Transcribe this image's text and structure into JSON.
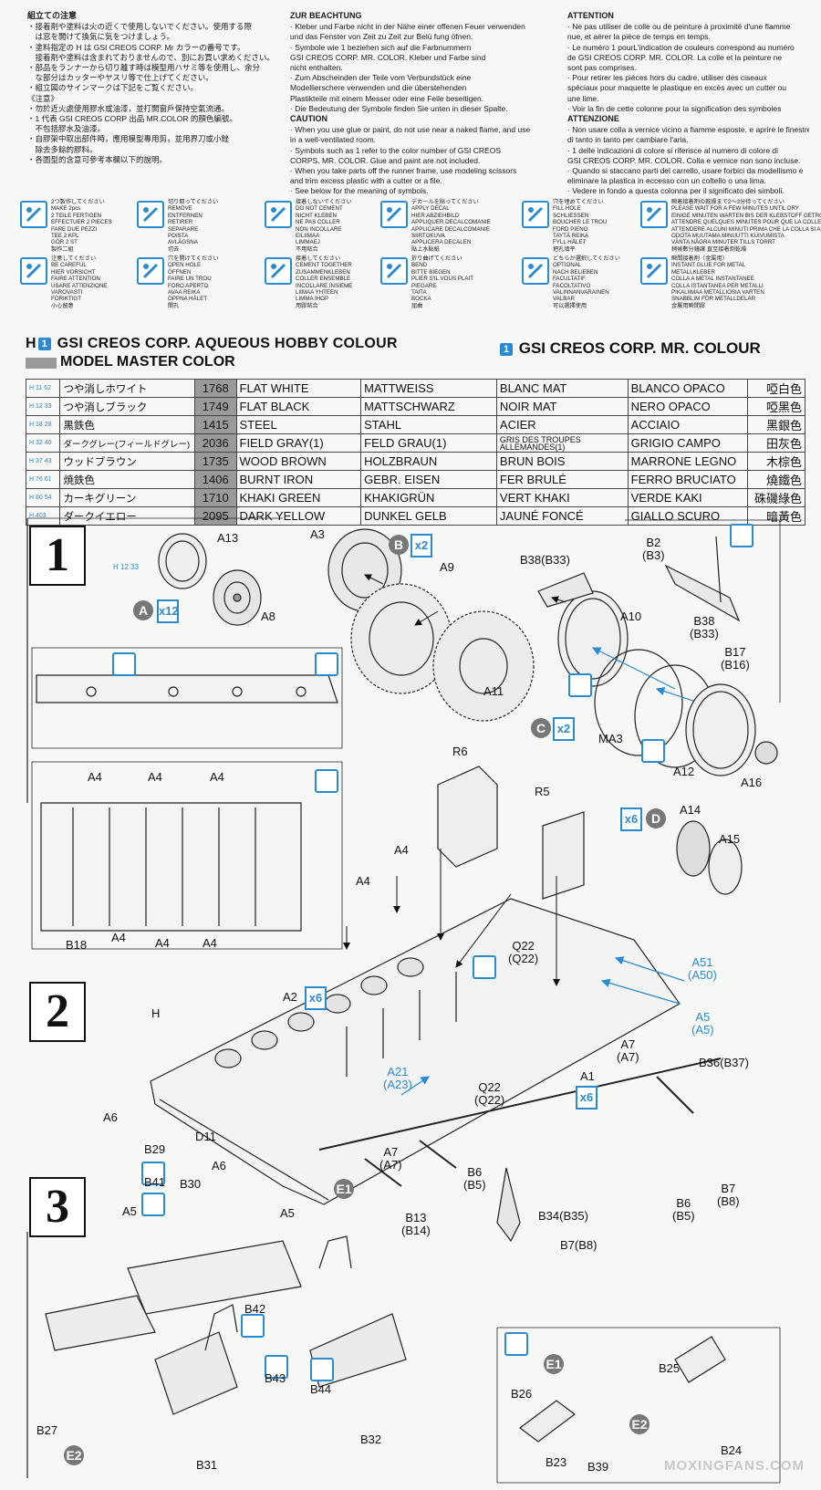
{
  "notes_ja": {
    "heading": "組立ての注意",
    "lines": [
      "・接着剤や塗料は火の近くで使用しないでください。使用する際",
      "　は窓を開けて換気に気をつけましょう。",
      "・塗料指定の H は GSI CREOS CORP. Mr カラーの番号です。",
      "　接着剤や塗料は含まれておりませんので、別にお買い求めください。",
      "・部品をランナーから切り離す時は模型用ハサミ等を使用し、余分",
      "　な部分はカッターやヤスリ等で仕上げてください。",
      "・組立図のサインマークは下記をご覧ください。",
      "《注意》",
      "・勿於近火處使用膠水或油漆，並打開窗戶保持空氣流通。",
      "・1 代表 GSI CREOS CORP 出品 MR.COLOR 的顏色編號。",
      "　不包括膠水及油漆。",
      "・自膠架中取出部件時，應用模型專用剪，並用界刀或小銼",
      "　除去多餘的膠料。",
      "・各圖型的含意可參考本欄以下的說明。"
    ]
  },
  "notes_de": {
    "heading": "ZUR BEACHTUNG",
    "lines": [
      "· Kleber und Farbe nicht in der Nähe einer offenen Feuer verwenden",
      "  und das Fenster von Zeit zu Zeit zur Belü fung öfnen.",
      "· Symbole wie 1 beziehen sich auf die Farbnummern",
      "  GSI CREOS CORP. MR. COLOR. Kleber und Farbe sind",
      "  nicht enthalten.",
      "· Zum Abscheinden der Teile vom Verbundstück eine",
      "  Modellierschere verwenden und die überstehenden",
      "  Plastikteile mit einem Messer oder eine Feile beseitigen.",
      "· Die Bedeutung der Symbole finden Sie unten in dieser Spalte."
    ],
    "heading2": "CAUTION",
    "lines2": [
      "· When you use glue or paint, do not use near a naked flame, and use",
      "  in a well-ventilated room.",
      "· Symbols such as 1 refer to the color number of GSI CREOS",
      "  CORPS. MR. COLOR. Glue and paint are not included.",
      "· When you take parts off the runner frame, use modeling scissors",
      "  and trim excess plastic with a cutter or a file.",
      "· See below for the meaning of symbols."
    ]
  },
  "notes_fr": {
    "heading": "ATTENTION",
    "lines": [
      "· Ne pas utiliser de colle ou de peinture à proximité d'une flamme",
      "  nue, et aérer la pièce de temps en temps.",
      "· Le numéro 1 pourL'indication de couleurs correspond au numéro",
      "  de GSI CREOS CORP. MR. COLOR. La colle et la peinture ne",
      "  sont pas comprises.",
      "· Pour retirer les pièces hors du cadre, utiliser des ciseaux",
      "  spéciaux pour maquette le plastique en excès avec un cutter ou",
      "  une lime.",
      "· Voir la fin de cette colonne pour la signification des symboles"
    ],
    "heading2": "ATTENZIONE",
    "lines2": [
      "· Non usare colla a vernice vicino a fiamme esposte. e aprire le finestre",
      "  di tanto in tanto per cambiare l'aria.",
      "· 1 delle indicazioni di colore si riferisce al numero di colore di",
      "  GSI CREOS CORP. MR. COLOR. Colla e vernice non sono incluse.",
      "· Quando si staccano parti del carrello, usare forbici da modellismo e",
      "  eliminare la plastica in eccesso con un coltello o una lima.",
      "· Vedere in fondo a questa colonna per il significato dei simboli."
    ]
  },
  "symbols": [
    {
      "icon": "make-2-icon",
      "text": "2つ製作してください\nMAKE 2pcs\n2 TEILE FERTIGEN\nEFFECTUER 2 PIECES\nFARE DUE PEZZI\nTEE 2 KPL\nGÖR 2 ST\n製作二組"
    },
    {
      "icon": "cut-off-icon",
      "text": "切り取ってください\nREMOVE\nENTFERNEN\nRETIRER\nSEPARARE\nPOISTA\nAVLÄGSNA\n切去"
    },
    {
      "icon": "do-not-cement-icon",
      "text": "接着しないでください\nDO NOT CEMENT\nNICHT KLEBEN\nNE PAS COLLER\nNON INCOLLARE\nEILIIMAA\nLIMMAEJ\n不用粘合"
    },
    {
      "icon": "apply-decal-icon",
      "text": "デカールを貼ってください\nAPPLY DECAL\nHIER ABZIEHBILD\nAPPLIQUER DECALCOMANIE\nAPPLICARE DECALCOMANIE\nSIIRTOKUVA\nAPPLICERA DECALEN\n貼上水貼紙"
    },
    {
      "icon": "fill-hole-icon",
      "text": "穴を埋めてください\nFILL HOLE\nSCHLIESSEN\nBOUCHER LE TROU\nFORD PIENO\nTAYTÄ REIKA\nFYLL HÅLET\n把孔填平"
    },
    {
      "icon": "instant-glue-time-icon",
      "text": "瞬着接着剤の乾燥まで2〜3分待ってください\nPLEASE WAIT FOR A FEW MINUTES UNTIL DRY\nEINIGE MINUTEN WARTEN BIS DER KLEBSTOFF GETROCKNET IST\nATTENDRE QUELQUES MINUTES POUR QUE LA COLLE SECHE\nATTENDERE ALCUNI MINUTI PRIMA CHE LA COLLA SI ASCIUGHI\nODOTA MUUTAMA MINUUTTI KUIVUMISTA\nVÄNTA NÅGRA MINUTER TILLS TORRT\n稍候數分鐘讓 直至接着劑乾燥"
    },
    {
      "icon": "be-careful-icon",
      "text": "注意してください\nBE CAREFUL\nHIER VORSICHT\nFAIRE ATTENTION\nUSARE ATTENZIONE\nVAROVASTI\nFÖRIKTIGT\n小心留意"
    },
    {
      "icon": "open-hole-icon",
      "text": "穴を開けてください\nOPEN HOLE\nÖFFNEN\nFAIRE UN TROU\nFORO APERTO\nAVAA REIKA\nÖPPNA HÅLET\n開孔"
    },
    {
      "icon": "cement-together-icon",
      "text": "接着してください\nCEMENT TOGETHER\nZUSAMMENKLEBEN\nCOLLER ENSEMBLE\nINCOLLARE INSIEME\nLIIMAA YHTEEN\nLIMMA IHOP\n用膠粘合"
    },
    {
      "icon": "bend-icon",
      "text": "折り曲げてください\nBEND\nBITTE BIEGEN\nPLIER S'IL VOUS PLAIT\nPIEGARE\nTAITA\nBOCKA\n屈曲"
    },
    {
      "icon": "optional-icon",
      "text": "どちらか選択してください\nOPTIONAL\nNACH BELIEBEN\nFACULTATIF\nFACOLTATIVO\nVALINNANVARAINEN\nVALBAR\n可以選擇使用"
    },
    {
      "icon": "instant-glue-icon",
      "text": "瞬間接着剤（金属用）\nINSTANT GLUE FOR METAL\nMETALLKLEBER\nCOLLA A METAL INSTANTANEE\nCOLLA ISTANTANEA PER METALLI\nPIKALIIMAA METALLIOSIA VARTEN\nSNABBLIM FÖR METALLDELAR\n金屬用瞬間膠"
    }
  ],
  "title": {
    "h_label": "H",
    "num_label": "1",
    "line1": "GSI CREOS CORP. AQUEOUS HOBBY COLOUR",
    "line2": "MODEL MASTER COLOR",
    "right": "GSI CREOS CORP. MR. COLOUR"
  },
  "colors": [
    {
      "code": "H 11 62",
      "ja": "つや消しホワイト",
      "num": "1768",
      "en": "FLAT WHITE",
      "de": "MATTWEISS",
      "fr": "BLANC MAT",
      "it": "BLANCO OPACO",
      "cn": "啞白色"
    },
    {
      "code": "H 12 33",
      "ja": "つや消しブラック",
      "num": "1749",
      "en": "FLAT BLACK",
      "de": "MATTSCHWARZ",
      "fr": "NOIR MAT",
      "it": "NERO OPACO",
      "cn": "啞黑色"
    },
    {
      "code": "H 18 28",
      "ja": "黒鉄色",
      "num": "1415",
      "en": "STEEL",
      "de": "STAHL",
      "fr": "ACIER",
      "it": "ACCIAIO",
      "cn": "黑銀色"
    },
    {
      "code": "H 32 40",
      "ja": "ダークグレー(フィールドグレー)",
      "num": "2036",
      "en": "FIELD GRAY(1)",
      "de": "FELD GRAU(1)",
      "fr": "GRIS DES TROUPES ALLEMANDES(1)",
      "it": "GRIGIO CAMPO",
      "cn": "田灰色"
    },
    {
      "code": "H 37 43",
      "ja": "ウッドブラウン",
      "num": "1735",
      "en": "WOOD BROWN",
      "de": "HOLZBRAUN",
      "fr": "BRUN BOIS",
      "it": "MARRONE LEGNO",
      "cn": "木棕色"
    },
    {
      "code": "H 76 61",
      "ja": "焼鉄色",
      "num": "1406",
      "en": "BURNT IRON",
      "de": "GEBR. EISEN",
      "fr": "FER BRULÉ",
      "it": "FERRO BRUCIATO",
      "cn": "燒鐵色"
    },
    {
      "code": "H 80 54",
      "ja": "カーキグリーン",
      "num": "1710",
      "en": "KHAKI GREEN",
      "de": "KHAKIGRÜN",
      "fr": "VERT KHAKI",
      "it": "VERDE KAKI",
      "cn": "硃磯綠色"
    },
    {
      "code": "H 403",
      "ja": "ダークイエロー",
      "num": "2095",
      "en": "DARK YELLOW",
      "de": "DUNKEL GELB",
      "fr": "JAUNÉ FONCÉ",
      "it": "GIALLO SCURO",
      "cn": "暗黃色"
    }
  ],
  "steps": {
    "s1": "1",
    "s2": "2",
    "s3": "3"
  },
  "badges": {
    "A": "A",
    "B": "B",
    "C": "C",
    "D": "D",
    "E1": "E1",
    "E2": "E2",
    "x12": "x12",
    "x2": "x2",
    "x6": "x6",
    "x2b": "x2",
    "x6b": "x6",
    "x6c": "x6",
    "code_h12_33": "H 12 33"
  },
  "labels": {
    "A13": "A13",
    "A8": "A8",
    "A3": "A3",
    "A9": "A9",
    "A11": "A11",
    "B38B33": "B38(B33)",
    "B2B3": "B2\n(B3)",
    "A10": "A10",
    "B38b": "B38\n(B33)",
    "B17": "B17\n(B16)",
    "MA3": "MA3",
    "A12": "A12",
    "A16": "A16",
    "R6": "R6",
    "R5": "R5",
    "A14": "A14",
    "A15": "A15",
    "A4a": "A4",
    "A4b": "A4",
    "A4c": "A4",
    "A4d": "A4",
    "A4e": "A4",
    "A4f": "A4",
    "B18": "B18",
    "A4g": "A4",
    "A4h": "A4",
    "Q22a": "Q22\n(Q22)",
    "A51": "A51\n(A50)",
    "A5": "A5\n(A5)",
    "A7a": "A7\n(A7)",
    "H": "H",
    "A2": "A2",
    "A21": "A21\n(A23)",
    "Q22b": "Q22\n(Q22)",
    "B36": "B36(B37)",
    "A6a": "A6",
    "D11": "D11",
    "A7b": "A7\n(A7)",
    "B6a": "B6\n(B5)",
    "A1": "A1",
    "B6b": "B6\n(B5)",
    "B7a": "B7\n(B8)",
    "B29": "B29",
    "A6b": "A6",
    "B30": "B30",
    "B41": "B41",
    "A5b": "A5",
    "A5c": "A5",
    "B13": "B13\n(B14)",
    "B34": "B34(B35)",
    "B7b": "B7(B8)",
    "B42": "B42",
    "B43": "B43",
    "B44": "B44",
    "B27": "B27",
    "B31": "B31",
    "B32": "B32",
    "B26": "B26",
    "B23": "B23",
    "B39": "B39",
    "B25": "B25",
    "B24": "B24"
  },
  "watermark": "MOXINGFANS.COM",
  "accent": "#2a8bd1"
}
